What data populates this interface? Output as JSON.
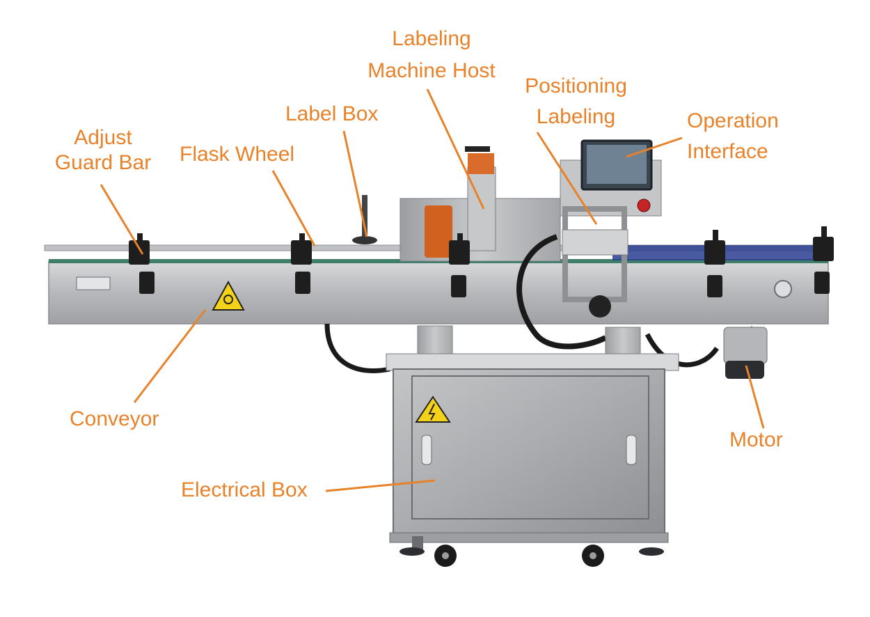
{
  "diagram": {
    "accent_color": "#e8822a",
    "labels": {
      "adjust_guard_bar": [
        "Adjust",
        "Guard Bar"
      ],
      "flask_wheel": [
        "Flask Wheel"
      ],
      "label_box": [
        "Label Box"
      ],
      "labeling_machine_host": [
        "Labeling",
        "Machine Host"
      ],
      "positioning_labeling": [
        "Positioning",
        "Labeling"
      ],
      "operation_interface": [
        "Operation",
        "Interface"
      ],
      "conveyor": [
        "Conveyor"
      ],
      "motor": [
        "Motor"
      ],
      "electrical_box": [
        "Electrical Box"
      ]
    },
    "icons": [
      "warning-triangle-icon",
      "electric-hazard-icon",
      "gear-hazard-icon"
    ]
  }
}
